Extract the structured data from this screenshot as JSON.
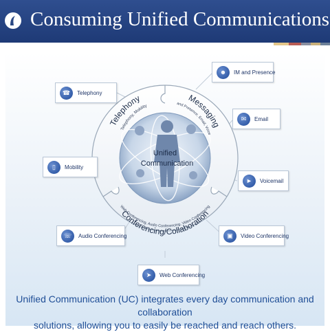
{
  "header": {
    "title": "Consuming Unified Communications",
    "colors": {
      "bar": "#2a4884",
      "stripes": [
        "#e3c689",
        "#b85c55",
        "#8a8fa0",
        "#c9b07a",
        "#6d8199"
      ]
    }
  },
  "diagram": {
    "center": {
      "line1": "Unified",
      "line2": "Communication"
    },
    "segments": [
      {
        "title": "Telephony",
        "subtitle": "Telephony, Mobility"
      },
      {
        "title": "Messaging",
        "subtitle": "IM and Presence, Email, Voicemail"
      },
      {
        "title": "Conferencing/Collaboration",
        "subtitle": "Web Conferencing, Audio Conferencing, Video Conferencing"
      }
    ],
    "boxes": [
      {
        "label": "Telephony",
        "icon": "telephone-icon"
      },
      {
        "label": "Mobility",
        "icon": "mobile-phone-icon"
      },
      {
        "label": "Audio Conferencing",
        "icon": "conference-phone-icon"
      },
      {
        "label": "IM and Presence",
        "icon": "person-chat-icon"
      },
      {
        "label": "Email",
        "icon": "envelope-icon"
      },
      {
        "label": "Voicemail",
        "icon": "voicemail-icon"
      },
      {
        "label": "Video Conferencing",
        "icon": "video-camera-icon"
      },
      {
        "label": "Web Conferencing",
        "icon": "web-cursor-icon"
      }
    ]
  },
  "caption": {
    "line1": "Unified Communication (UC) integrates every day communication and collaboration",
    "line2": "solutions, allowing you to easily be reached and reach others."
  }
}
